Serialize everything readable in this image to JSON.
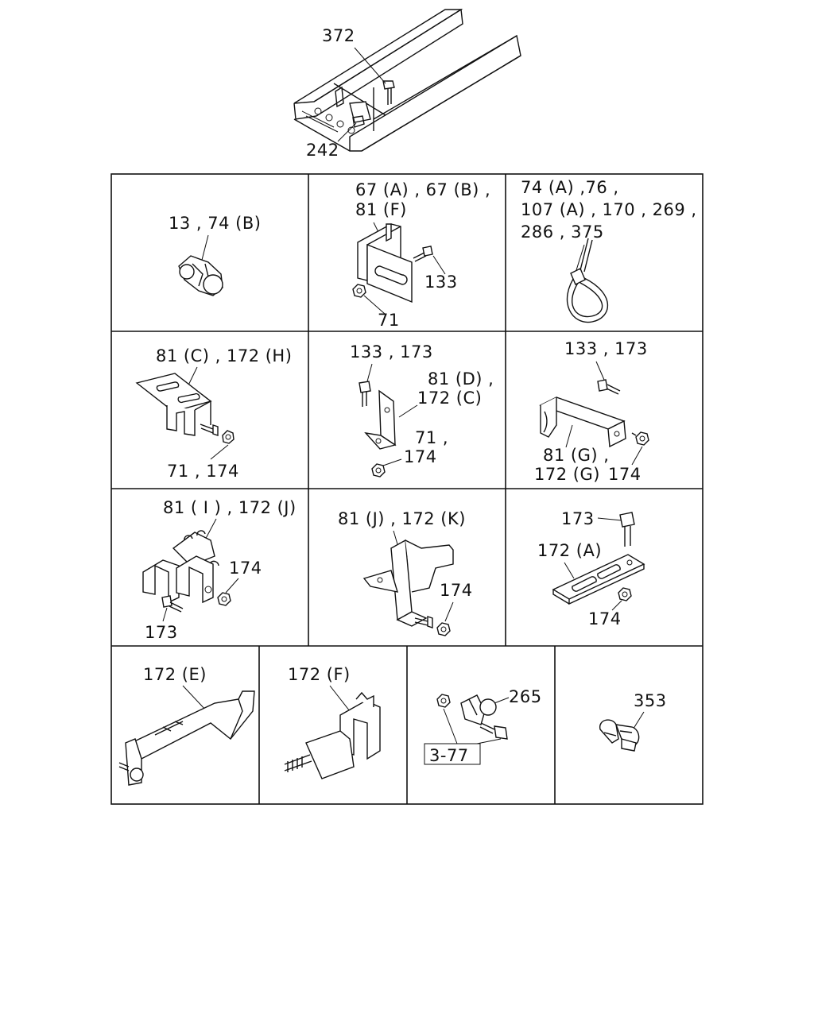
{
  "header": {
    "labels": [
      "372",
      "242"
    ]
  },
  "cells": [
    {
      "id": "cell-1",
      "labels": [
        "13 , 74 (B)"
      ]
    },
    {
      "id": "cell-2",
      "labels": [
        "67 (A) , 67 (B) ,",
        "81 (F)",
        "133",
        "71"
      ]
    },
    {
      "id": "cell-3",
      "labels": [
        "74 (A) ,76 ,",
        "107 (A) , 170 , 269 ,",
        "286 , 375"
      ]
    },
    {
      "id": "cell-4",
      "labels": [
        "81 (C) , 172 (H)",
        "71 , 174"
      ]
    },
    {
      "id": "cell-5",
      "labels": [
        "133 , 173",
        "81 (D) ,",
        "172 (C)",
        "71 ,",
        "174"
      ]
    },
    {
      "id": "cell-6",
      "labels": [
        "133 , 173",
        "81 (G) ,",
        "172 (G)",
        "174"
      ]
    },
    {
      "id": "cell-7",
      "labels": [
        "81 ( I ) , 172 (J)",
        "174",
        "173"
      ]
    },
    {
      "id": "cell-8",
      "labels": [
        "81 (J) , 172 (K)",
        "174"
      ]
    },
    {
      "id": "cell-9",
      "labels": [
        "173",
        "172 (A)",
        "174"
      ]
    },
    {
      "id": "cell-10",
      "labels": [
        "172 (E)"
      ]
    },
    {
      "id": "cell-11",
      "labels": [
        "172 (F)"
      ]
    },
    {
      "id": "cell-12",
      "labels": [
        "265",
        "3-77"
      ]
    },
    {
      "id": "cell-13",
      "labels": [
        "353"
      ]
    }
  ]
}
